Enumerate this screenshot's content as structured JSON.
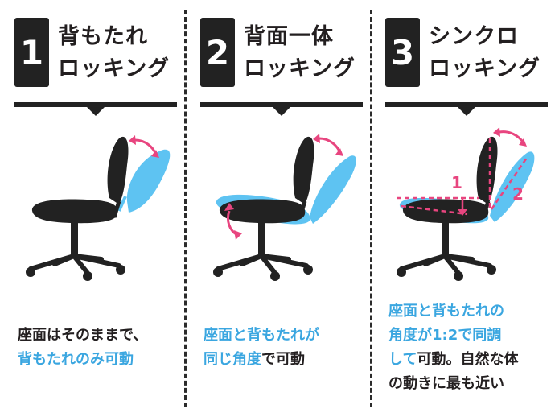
{
  "colors": {
    "accent_blue": "#3aa6e0",
    "accent_pink": "#e8457f",
    "dark": "#222222"
  },
  "panels": [
    {
      "number": "1",
      "title_line1": "背もたれ",
      "title_line2": "ロッキング",
      "desc_line1": "座面はそのままで、",
      "desc_line2": "背もたれのみ可動"
    },
    {
      "number": "2",
      "title_line1": "背面一体",
      "title_line2": "ロッキング",
      "desc_line1_blue": "座面と背もたれが",
      "desc_line2_blue": "同じ角度",
      "desc_line2_black": "で可動"
    },
    {
      "number": "3",
      "title_line1": "シンクロ",
      "title_line2": "ロッキング",
      "label_1": "1",
      "label_2": "2",
      "desc_line1_blue": "座面と背もたれの",
      "desc_line2_blue": "角度が1:2で同調",
      "desc_line3_blue": "して",
      "desc_line3_black": "可動。自然な体",
      "desc_line4": "の動きに最も近い"
    }
  ]
}
